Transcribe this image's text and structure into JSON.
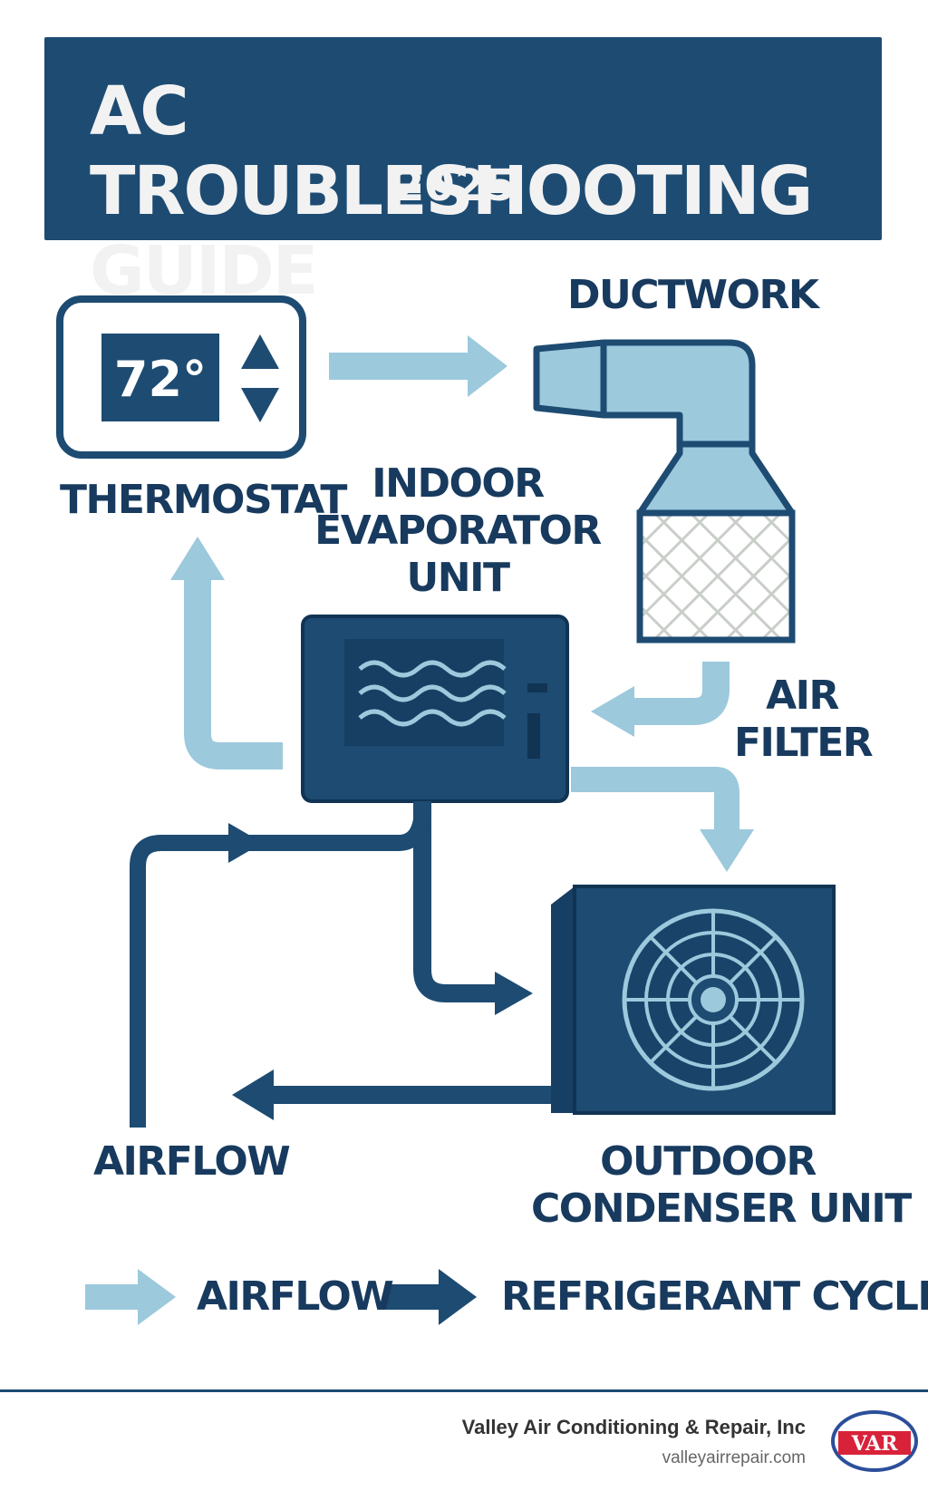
{
  "header": {
    "title": "AC TROUBLESHOOTING GUIDE",
    "year": "2025"
  },
  "thermostat": {
    "display": "72°",
    "label": "THERMOSTAT"
  },
  "components": {
    "ductwork": "DUCTWORK",
    "indoor_unit": [
      "INDOOR",
      "EVAPORATOR",
      "UNIT"
    ],
    "air_filter": [
      "AIR",
      "FILTER"
    ],
    "airflow": "AIRFLOW",
    "outdoor_unit": [
      "OUTDOOR",
      "CONDENSER UNIT"
    ]
  },
  "legend": {
    "airflow": "AIRFLOW",
    "refrigerant": "REFRIGERANT CYCLE"
  },
  "colors": {
    "dark_blue": "#1d4b72",
    "light_blue": "#9cc9dc"
  },
  "footer": {
    "company": "Valley Air Conditioning & Repair, Inc",
    "website": "valleyairrepair.com",
    "logo_text": "VAR"
  }
}
